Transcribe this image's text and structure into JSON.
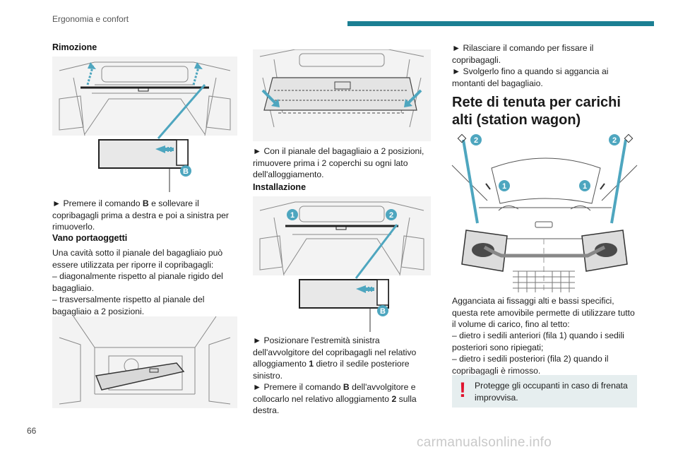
{
  "header": {
    "section_title": "Ergonomia e confort",
    "accent_color": "#1b7f93"
  },
  "page_number": "66",
  "watermark": "carmanualsonline.info",
  "col1": {
    "heading_rimozione": "Rimozione",
    "fig1_callout": "B",
    "p_premere_pre": "► Premere il comando ",
    "p_premere_bold": "B",
    "p_premere_post": " e sollevare il copribagagli prima a destra e poi a sinistra per rimuoverlo.",
    "heading_vano": "Vano portaoggetti",
    "p_vano_1": "Una cavità sotto il pianale del bagagliaio può essere utilizzata per riporre il copribagagli:",
    "p_vano_2": "– diagonalmente rispetto al pianale rigido del bagagliaio.",
    "p_vano_3": "– trasversalmente rispetto al pianale del bagagliaio a 2 posizioni."
  },
  "col2": {
    "p_pianale": "► Con il pianale del bagagliaio a 2 posizioni, rimuovere prima i 2 coperchi su ogni lato dell'alloggiamento.",
    "heading_installazione": "Installazione",
    "fig_callout_1": "1",
    "fig_callout_2": "2",
    "fig_callout_b": "B",
    "p_posizionare_pre": "► Posizionare l'estremità sinistra dell'avvolgitore del copribagagli nel relativo alloggiamento ",
    "p_posizionare_b1": "1",
    "p_posizionare_post": " dietro il sedile posteriore sinistro.",
    "p_premere2_pre": "► Premere il comando ",
    "p_premere2_b": "B",
    "p_premere2_mid": " dell'avvolgitore e collocarlo nel relativo alloggiamento ",
    "p_premere2_b2": "2",
    "p_premere2_post": " sulla destra."
  },
  "col3": {
    "p_rilasciare": "► Rilasciare il comando per fissare il copribagagli.",
    "p_svolgerlo": "► Svolgerlo fino a quando si aggancia ai montanti del bagagliaio.",
    "heading_rete": "Rete di tenuta per carichi alti (station wagon)",
    "fig_callout_1": "1",
    "fig_callout_2": "2",
    "p_agganciata": "Agganciata ai fissaggi alti e bassi specifici, questa rete amovibile permette di utilizzare tutto il volume di carico, fino al tetto:",
    "p_dietro1": "– dietro i sedili anteriori (fila 1) quando i sedili posteriori sono ripiegati;",
    "p_dietro2": "– dietro i sedili posteriori (fila 2) quando il copribagagli è rimosso.",
    "warning_mark": "!",
    "warning_text": "Protegge gli occupanti in caso di frenata improvvisa.",
    "warning_color": "#e0142f"
  }
}
